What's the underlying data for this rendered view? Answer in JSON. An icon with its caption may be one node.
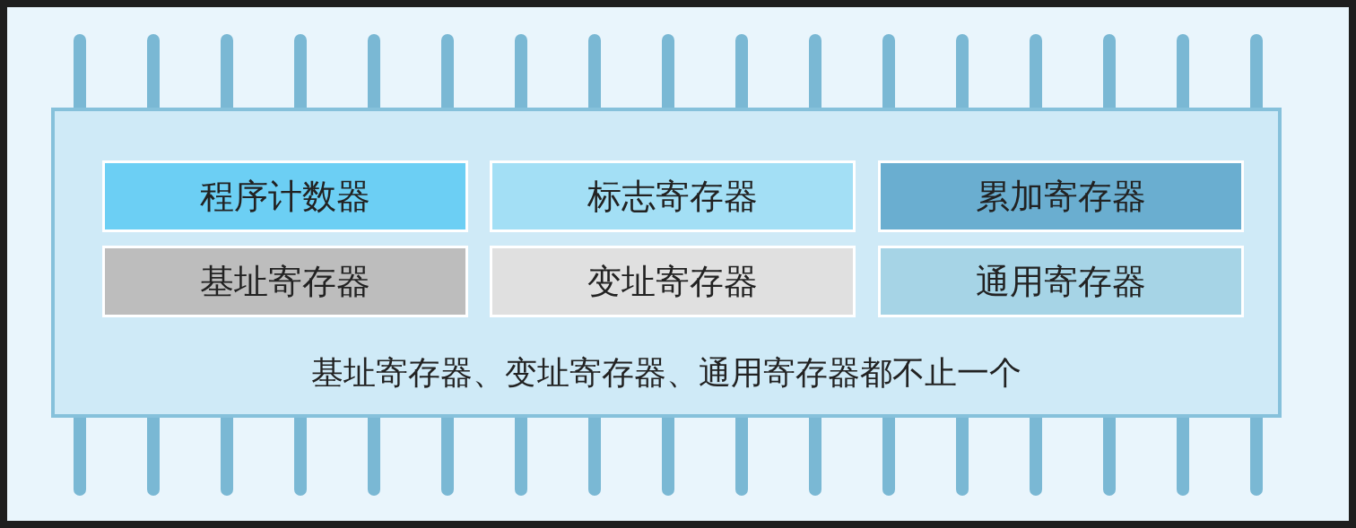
{
  "diagram": {
    "nodes": [
      {
        "text": [
          "基址寄存器、变址寄存器、通用寄存器都不止一个"
        ]
      },
      {
        "text": [
          "程序计数器"
        ],
        "in": 0
      },
      {
        "text": [
          "标志寄存器"
        ],
        "in": 0
      },
      {
        "text": [
          "累加寄存器"
        ],
        "in": 0
      },
      {
        "text": [
          "基址寄存器"
        ],
        "in": 0
      },
      {
        "text": [
          "变址寄存器"
        ],
        "in": 0
      },
      {
        "text": [
          "通用寄存器"
        ],
        "in": 0
      }
    ]
  }
}
